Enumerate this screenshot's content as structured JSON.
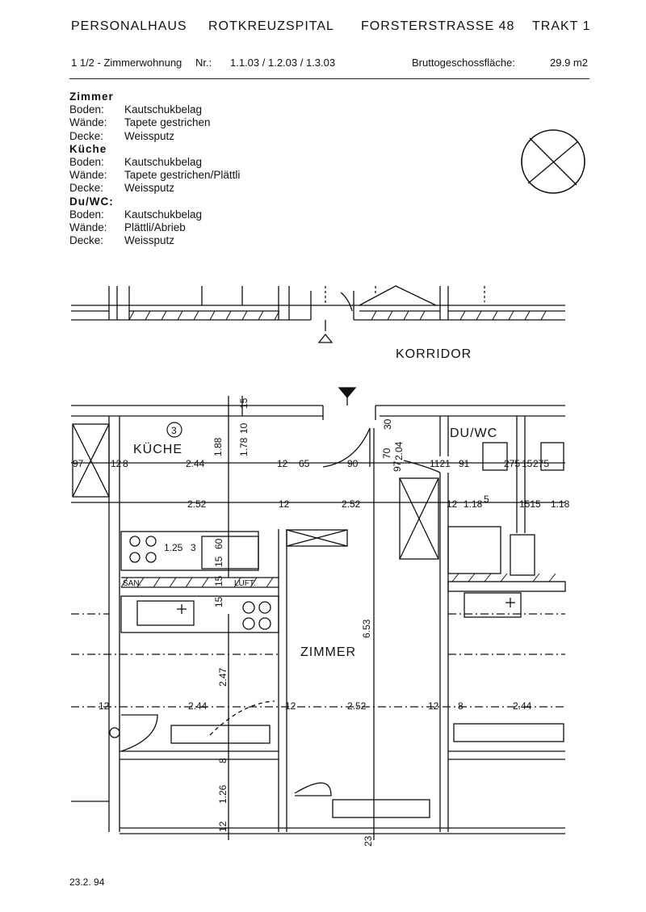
{
  "header": {
    "building": "PERSONALHAUS",
    "hospital": "ROTKREUZSPITAL",
    "street": "FORSTERSTRASSE 48",
    "wing": "TRAKT 1"
  },
  "subheader": {
    "unit_type": "1 1/2 - Zimmerwohnung",
    "nr_label": "Nr.:",
    "numbers": "1.1.03  /  1.2.03  /  1.3.03",
    "area_label": "Bruttogeschossfläche:",
    "area_value": "29.9 m2"
  },
  "finishes": [
    {
      "title": "Zimmer",
      "rows": [
        {
          "label": "Boden:",
          "value": "Kautschukbelag"
        },
        {
          "label": "Wände:",
          "value": "Tapete gestrichen"
        },
        {
          "label": "Decke:",
          "value": "Weissputz"
        }
      ]
    },
    {
      "title": "Küche",
      "rows": [
        {
          "label": "Boden:",
          "value": "Kautschukbelag"
        },
        {
          "label": "Wände:",
          "value": "Tapete gestrichen/Plättli"
        },
        {
          "label": "Decke:",
          "value": "Weissputz"
        }
      ]
    },
    {
      "title": "Du/WC:",
      "rows": [
        {
          "label": "Boden:",
          "value": "Kautschukbelag"
        },
        {
          "label": "Wände:",
          "value": "Plättli/Abrieb"
        },
        {
          "label": "Decke:",
          "value": "Weissputz"
        }
      ]
    }
  ],
  "plan": {
    "rooms": {
      "korridor": "KORRIDOR",
      "kueche": "KÜCHE",
      "duwc": "DU/WC",
      "zimmer": "ZIMMER"
    },
    "marker": "3",
    "labels": {
      "san": "SAN.",
      "luft": "LUFT."
    },
    "dims": {
      "d97": "97",
      "d12a": "12",
      "d8a": "8",
      "d244a": "2.44",
      "d188": "1.88",
      "d178": "1.78",
      "d15a": "15",
      "d10": "10",
      "d12b": "12",
      "d65": "65",
      "d90": "90",
      "d70": "70",
      "d204": "2.04",
      "d30": "30",
      "d97b": "97",
      "d1121": "1121",
      "d91": "91",
      "d275a": "275",
      "d15b": "15",
      "d275b": "275",
      "d252a": "2.52",
      "d12c": "12",
      "d252b": "2.52",
      "d12d": "12",
      "d118": "1.18",
      "d5": "5",
      "d1515": "1515",
      "d118b": "1.18",
      "d125": "1.25",
      "d3": "3",
      "d60": "60",
      "d15c": "15",
      "d15d": "15",
      "d15e": "15",
      "d653": "6.53",
      "d247": "2.47",
      "d12e": "12",
      "d244b": "2.44",
      "d12f": "12",
      "d252c": "2.52",
      "d12g": "12",
      "d8b": "8",
      "d244c": "2.44",
      "d8c": "8",
      "d126": "1.26",
      "d12h": "12",
      "d23": "23"
    }
  },
  "footer": {
    "date": "23.2. 94"
  }
}
